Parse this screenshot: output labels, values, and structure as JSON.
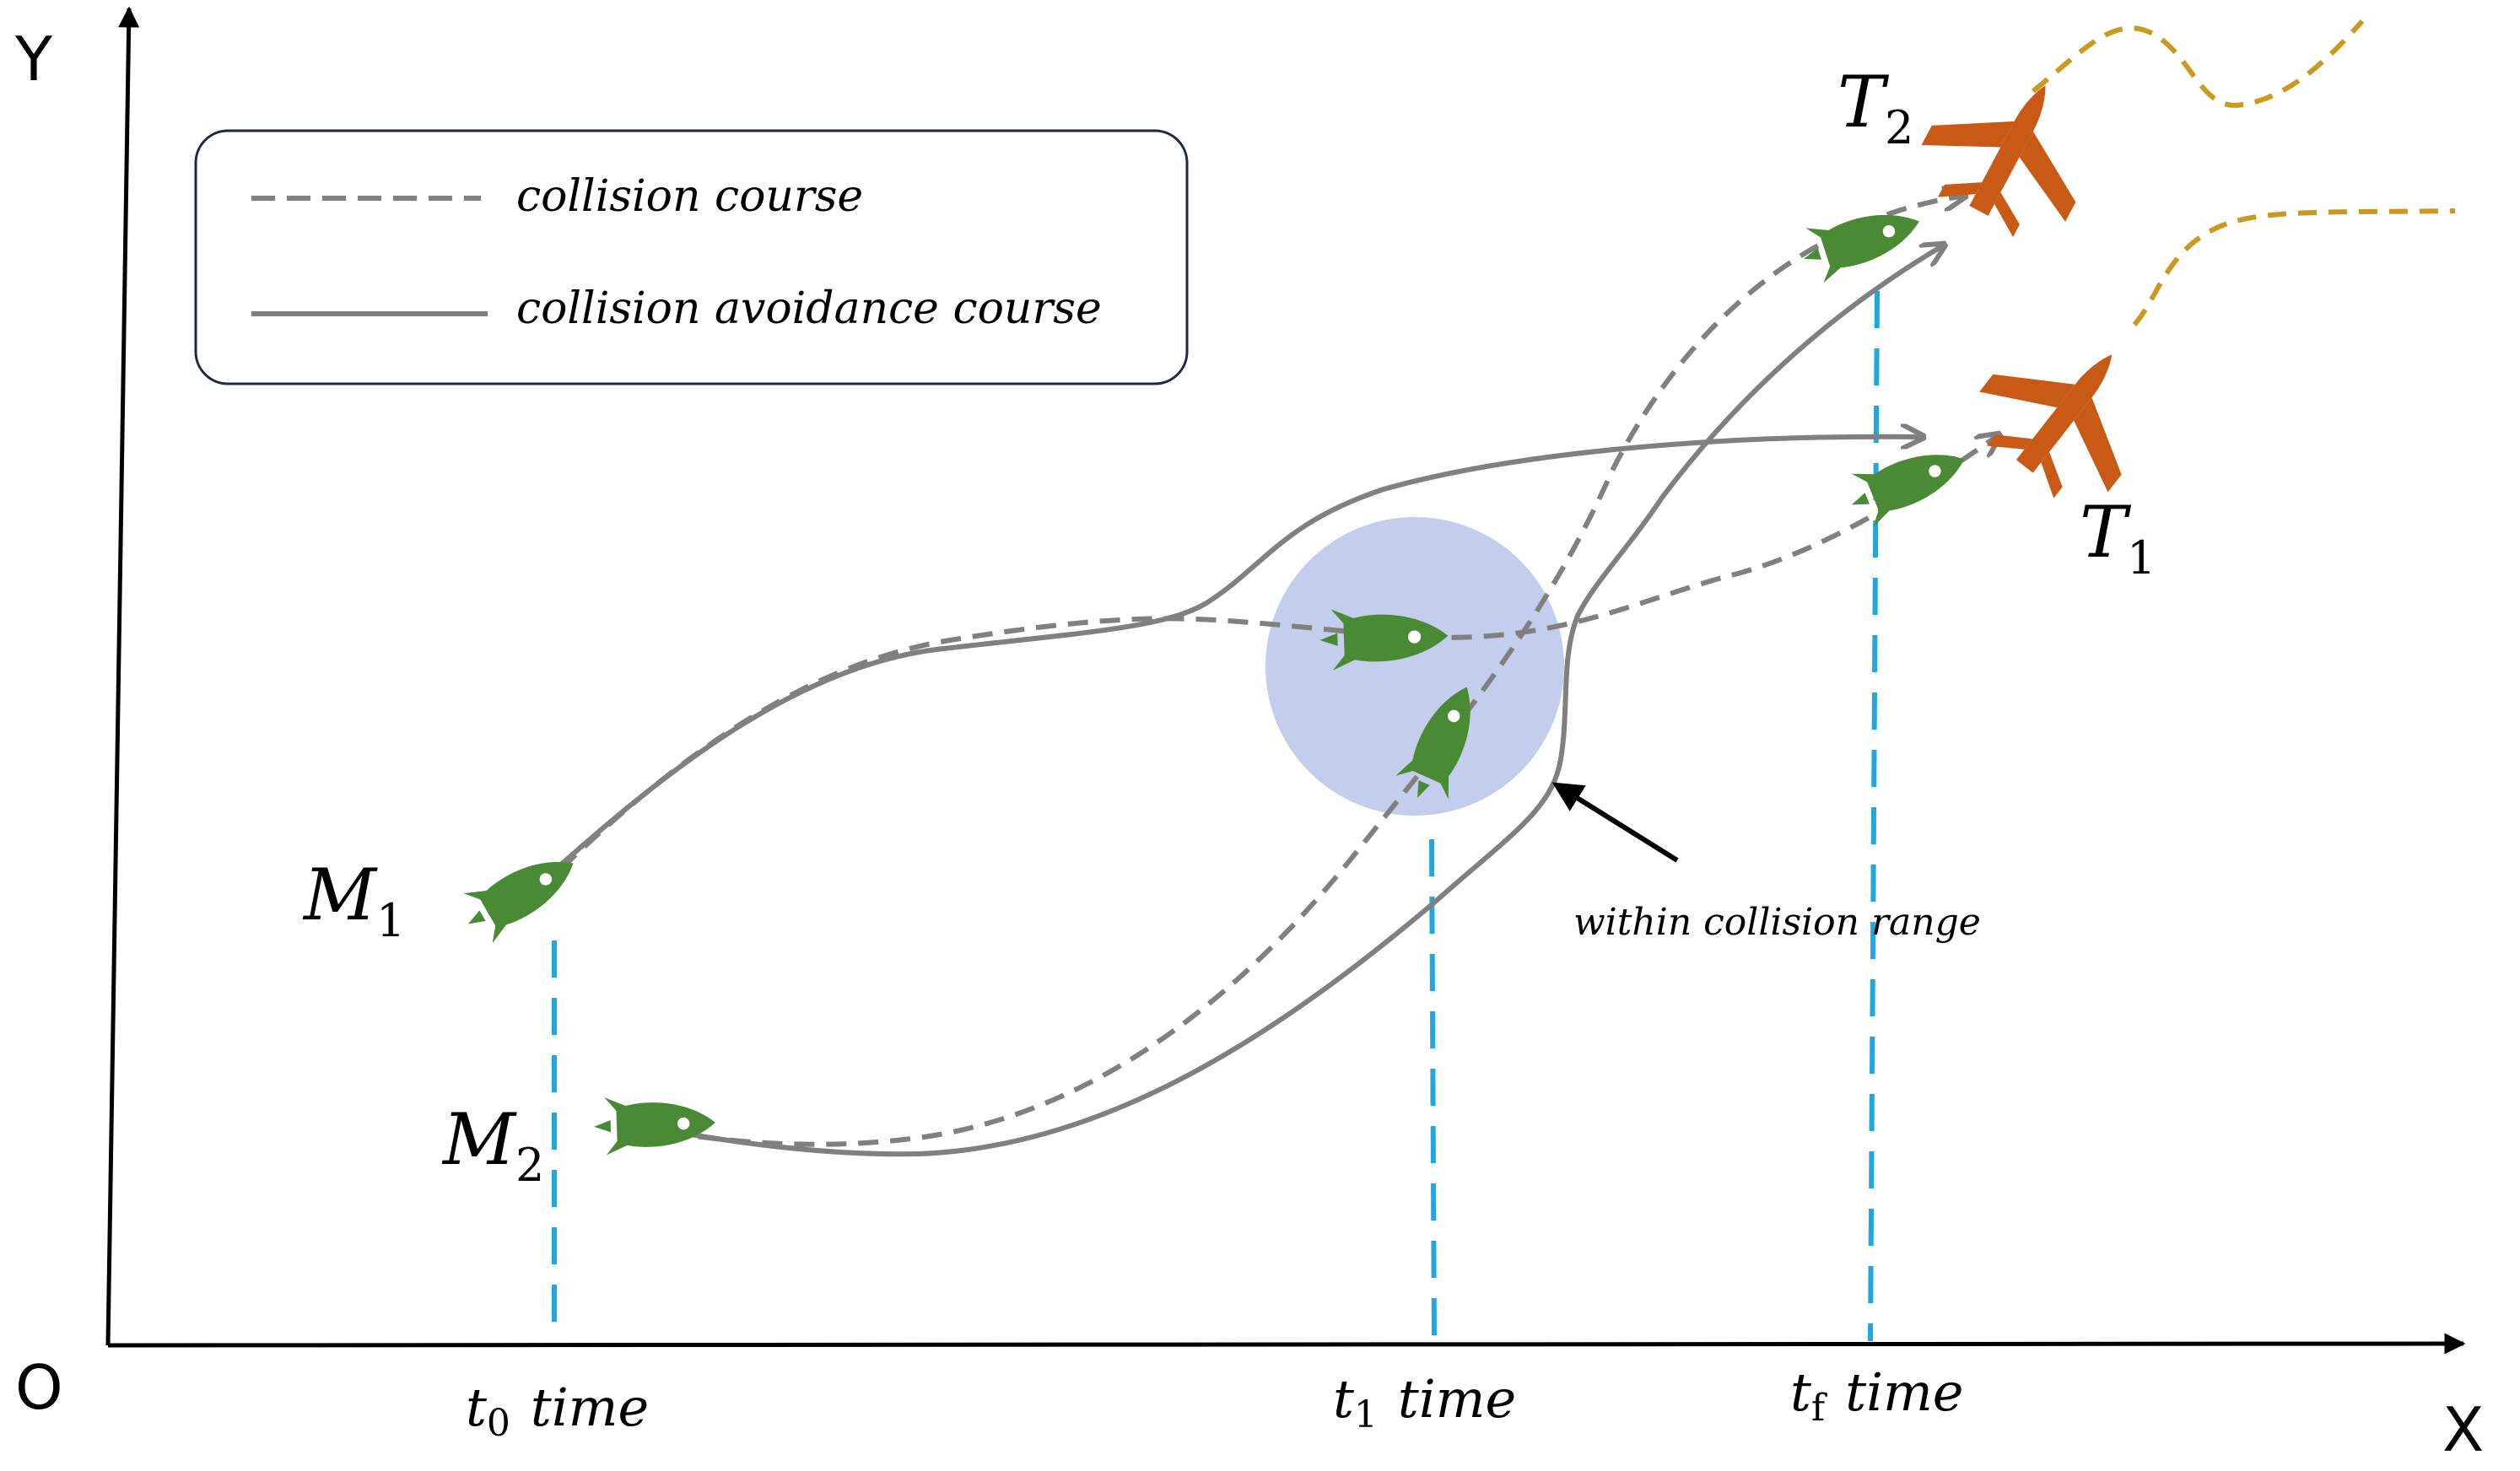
{
  "axes": {
    "y_label": "Y",
    "x_label": "X",
    "origin_label": "O"
  },
  "legend": {
    "dashed_label": "collision course",
    "solid_label": "collision avoidance course"
  },
  "missiles": {
    "m1": {
      "letter": "M",
      "subscript": "1"
    },
    "m2": {
      "letter": "M",
      "subscript": "2"
    }
  },
  "targets": {
    "t1": {
      "letter": "T",
      "subscript": "1"
    },
    "t2": {
      "letter": "T",
      "subscript": "2"
    }
  },
  "times": {
    "t0": {
      "letter": "t",
      "subscript": "0",
      "word": "time"
    },
    "t1": {
      "letter": "t",
      "subscript": "1",
      "word": "time"
    },
    "tf": {
      "letter": "t",
      "subscript": "f",
      "word": "time"
    }
  },
  "annotation": "within collision range",
  "icons": {
    "missile": "missile-icon",
    "aircraft": "airplane-icon"
  },
  "colors": {
    "course_gray": "#808080",
    "time_marker_blue": "#1ea7e1",
    "collision_zone": "#b8c6ea",
    "missile_green": "#4b8a35",
    "aircraft_orange": "#c85a16",
    "target_trail_gold": "#c99a1d",
    "legend_border": "#1a2a4a"
  }
}
